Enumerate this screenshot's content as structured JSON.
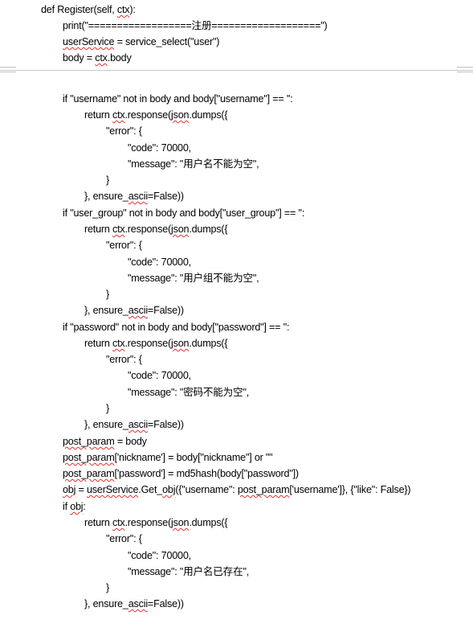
{
  "code_lines": [
    "def Register(self, ctx):",
    "print(\"==================注册===================\")",
    "userService = service_select(\"user\")",
    "body = ctx.body",
    "if \"username\" not in body and body[\"username\"] == '':",
    "return ctx.response(json.dumps({",
    "\"error\": {",
    "\"code\": 70000,",
    "\"message\": \"用户名不能为空\",",
    "}",
    "}, ensure_ascii=False))",
    "if \"user_group\" not in body and body[\"user_group\"] == '':",
    "return ctx.response(json.dumps({",
    "\"error\": {",
    "\"code\": 70000,",
    "\"message\": \"用户组不能为空\",",
    "}",
    "}, ensure_ascii=False))",
    "if \"password\" not in body and body[\"password\"] == '':",
    "return ctx.response(json.dumps({",
    "\"error\": {",
    "\"code\": 70000,",
    "\"message\": \"密码不能为空\",",
    "}",
    "}, ensure_ascii=False))",
    "post_param = body",
    "post_param['nickname'] = body[\"nickname\"] or \"\"",
    "post_param['password'] = md5hash(body[\"password\"])",
    "obj = userService.Get_obj({\"username\": post_param['username']}, {\"like\": False})",
    "if obj:",
    "return ctx.response(json.dumps({",
    "\"error\": {",
    "\"code\": 70000,",
    "\"message\": \"用户名已存在\",",
    "}",
    "}, ensure_ascii=False))"
  ]
}
